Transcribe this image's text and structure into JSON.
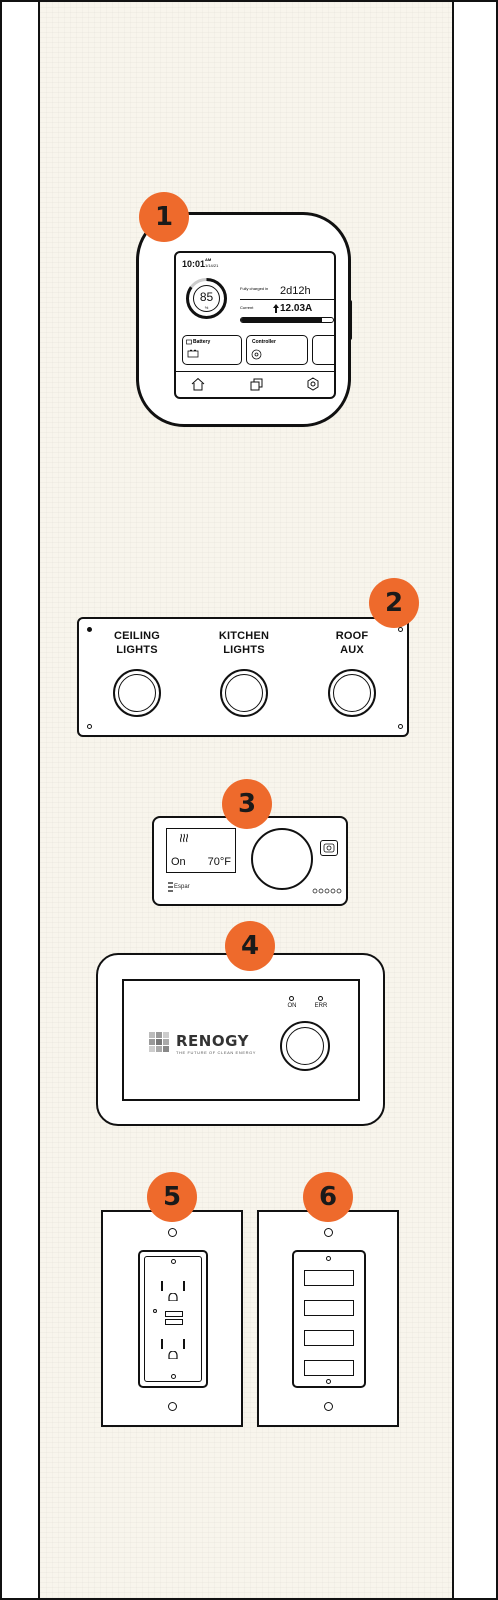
{
  "badges": [
    "1",
    "2",
    "3",
    "4",
    "5",
    "6"
  ],
  "monitor": {
    "time": "10:01",
    "ampm": "AM",
    "date": "1/14/21",
    "battery_percent": 85,
    "percent_symbol": "%",
    "fully_charged_label": "Fully charged in",
    "fully_charged_value": "2d12h",
    "current_label": "Current",
    "current_value": "12.03A",
    "battery_card": "Battery",
    "controller_card": "Controller",
    "nav_icons": [
      "home-icon",
      "pages-icon",
      "settings-icon"
    ]
  },
  "switch_panel": {
    "switches": [
      {
        "line1": "CEILING",
        "line2": "LIGHTS"
      },
      {
        "line1": "KITCHEN",
        "line2": "LIGHTS"
      },
      {
        "line1": "ROOF",
        "line2": "AUX"
      }
    ]
  },
  "thermostat": {
    "mode_icon": "heat-icon",
    "status": "On",
    "temperature": "70°F",
    "brand": "Espar"
  },
  "renogy": {
    "brand": "RENOGY",
    "tagline": "THE FUTURE OF CLEAN ENERGY",
    "led_on": "ON",
    "led_err": "ERR"
  },
  "colors": {
    "badge": "#ee6a2c",
    "wall": "#f8f5ec",
    "line": "#111111"
  }
}
